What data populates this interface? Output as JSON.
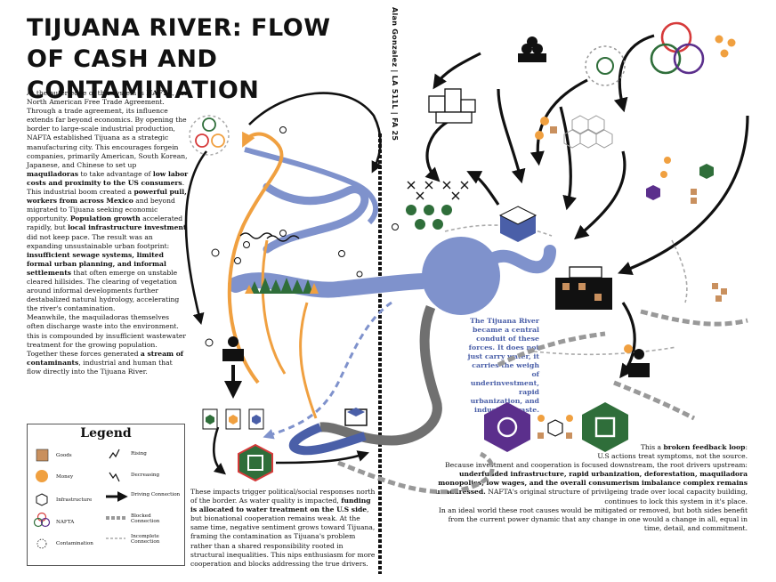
{
  "title": "TIJUANA RIVER: FLOW OF CASH AND CONTAMINATION",
  "author_line": "Alan Gonzalez | LA 511L | FA 25",
  "intro": {
    "p1": [
      {
        "t": "At the outer edge of this system is "
      },
      {
        "t": "NAFTA",
        "b": true
      },
      {
        "t": ", the North American Free Trade Agreement. Through a trade agreement, its influence extends far beyond economics. By opening the border to large-scale industrial production, NAFTA established Tijuana as a strategic manufacturing city. This encourages forgein companies, primarily American, South Korean, Japanese, and Chinese to set up "
      },
      {
        "t": "maquiladoras",
        "b": true
      },
      {
        "t": " to take advantage of "
      },
      {
        "t": "low labor costs and proximity to the US consumers",
        "b": true
      },
      {
        "t": "."
      }
    ],
    "p2": [
      {
        "t": "This industrial boom created a "
      },
      {
        "t": "powerful pull, workers from across Mexico",
        "b": true
      },
      {
        "t": " and beyond migrated to Tijuana seeking economic opportunity. "
      },
      {
        "t": "Population growth",
        "b": true
      },
      {
        "t": " accelerated rapidly, but "
      },
      {
        "t": "local infrastructure investment",
        "b": true
      },
      {
        "t": " did not keep pace. The result was an expanding unsustainable urban footprint: "
      },
      {
        "t": "insufficient sewage systems, limited formal urban planning, and informal settlements",
        "b": true
      },
      {
        "t": " that often emerge on unstable cleared hillsides. The clearing of vegetation around informal developments further destabalized natural hydrology, accelerating the river's contamination."
      }
    ],
    "p3": [
      {
        "t": "Meanwhile, the maquiladoras themselves often discharge waste into the environment. this is compounded by insufficient wastewater treatment for the growing population. Together these forces generated "
      },
      {
        "t": "a stream of contaminants",
        "b": true
      },
      {
        "t": ", industrial and human that flow directly into the  Tijuana River."
      }
    ]
  },
  "impact": [
    {
      "t": "These impacts trigger political/social responses north of the border. As water quality is impacted, "
    },
    {
      "t": "funding is allocated to water treatment on the U.S side",
      "b": true
    },
    {
      "t": ", but bionational cooperation remains weak. At the same time, negative sentiment grows toward Tijuana, framing the contamination as Tijuana's problem rather than a shared responsibility rooted in structural inequalities. This nips enthusiasm for more cooperation and blocks addressing the true drivers."
    }
  ],
  "river_note": "The Tijuana River became a central conduit of these forces. It does not just carry water, it carries the weigh of underinvestment, rapid urbanization, and industrial waste.",
  "loop": {
    "p1": [
      {
        "t": "This a "
      },
      {
        "t": "broken feedback loop",
        "b": true
      },
      {
        "t": ":"
      }
    ],
    "p2": [
      {
        "t": "U.S actions treat symptoms, not the source."
      }
    ],
    "p3": [
      {
        "t": "Because investment and cooperation is focused downstream, the root drivers upstream: "
      },
      {
        "t": "underfunded infrastructure, rapid urbanization, deforestation, maquiladora monopolies, low wages, and the overall consumerism imbalance complex remains unaddressed.",
        "b": true
      },
      {
        "t": " NAFTA's original structure of privilgeing trade over local capacity building, continues to lock this system in it's place."
      }
    ],
    "p4": [
      {
        "t": "In an ideal world these root causes would be mitigated or removed, but both sides benefit from the current power dynamic that any change in one would a change in all, equal in time, detail, and commitment."
      }
    ]
  },
  "legend": {
    "title": "Legend",
    "goods": "Goods",
    "money": "Money",
    "infrastructure": "Infrastructure",
    "nafta": "NAFTA",
    "contamination": "Contamination",
    "rising": "Rising",
    "decreasing": "Decreasing",
    "driving": "Driving Connection",
    "blocked": "Blocked Connection",
    "incomplete": "Incomplete Connection"
  },
  "colors": {
    "river": "#7f92cc",
    "river_dark": "#4a5fa8",
    "money": "#f0a040",
    "goods": "#c9905e",
    "green": "#2f6e3a",
    "purple": "#5b2f8c",
    "red": "#d63a3a"
  }
}
